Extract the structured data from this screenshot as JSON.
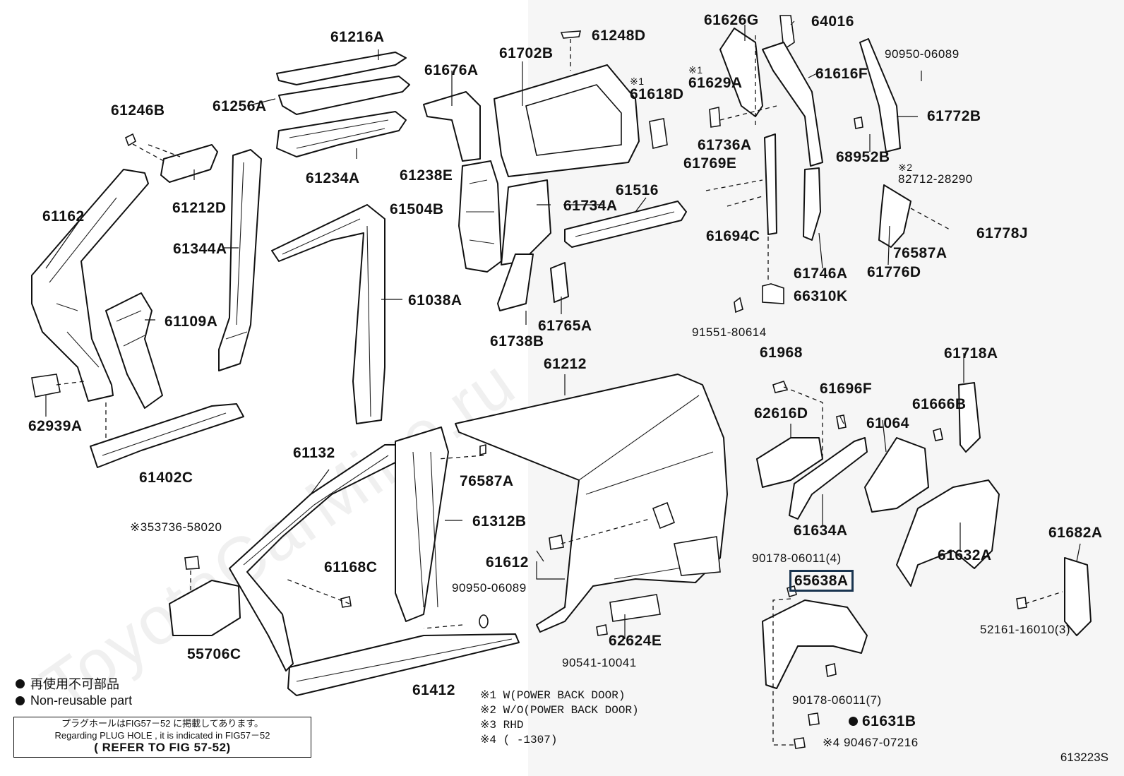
{
  "diagram": {
    "figure_id": "613223S",
    "watermark": "ToyotaCarMine.ru",
    "highlighted_part": "65638A",
    "parts": [
      {
        "id": "p61216A",
        "label": "61216A"
      },
      {
        "id": "p61248D",
        "label": "61248D"
      },
      {
        "id": "p61626G",
        "label": "61626G"
      },
      {
        "id": "p64016",
        "label": "64016"
      },
      {
        "id": "p90950_06089_a",
        "label": "90950-06089"
      },
      {
        "id": "p61702B",
        "label": "61702B"
      },
      {
        "id": "p61676A",
        "label": "61676A"
      },
      {
        "id": "p61629A",
        "label": "61629A",
        "mark": "※1"
      },
      {
        "id": "p61616F",
        "label": "61616F"
      },
      {
        "id": "p61618D",
        "label": "61618D",
        "mark": "※1"
      },
      {
        "id": "p61246B",
        "label": "61246B"
      },
      {
        "id": "p61256A",
        "label": "61256A"
      },
      {
        "id": "p61772B",
        "label": "61772B"
      },
      {
        "id": "p61736A",
        "label": "61736A"
      },
      {
        "id": "p68952B",
        "label": "68952B"
      },
      {
        "id": "p61212D",
        "label": "61212D"
      },
      {
        "id": "p61234A",
        "label": "61234A"
      },
      {
        "id": "p61238E",
        "label": "61238E"
      },
      {
        "id": "p61769E",
        "label": "61769E"
      },
      {
        "id": "p82712",
        "label": "82712-28290",
        "mark": "※2"
      },
      {
        "id": "p61162",
        "label": "61162"
      },
      {
        "id": "p61504B",
        "label": "61504B"
      },
      {
        "id": "p61734A",
        "label": "61734A"
      },
      {
        "id": "p61516",
        "label": "61516"
      },
      {
        "id": "p61344A",
        "label": "61344A"
      },
      {
        "id": "p61694C",
        "label": "61694C"
      },
      {
        "id": "p61778J",
        "label": "61778J"
      },
      {
        "id": "p76587A_a",
        "label": "76587A"
      },
      {
        "id": "p61746A",
        "label": "61746A"
      },
      {
        "id": "p61776D",
        "label": "61776D"
      },
      {
        "id": "p61038A",
        "label": "61038A"
      },
      {
        "id": "p66310K",
        "label": "66310K"
      },
      {
        "id": "p61109A",
        "label": "61109A"
      },
      {
        "id": "p61765A",
        "label": "61765A"
      },
      {
        "id": "p91551",
        "label": "91551-80614"
      },
      {
        "id": "p61738B",
        "label": "61738B"
      },
      {
        "id": "p61968",
        "label": "61968"
      },
      {
        "id": "p61718A",
        "label": "61718A"
      },
      {
        "id": "p61212",
        "label": "61212"
      },
      {
        "id": "p61696F",
        "label": "61696F"
      },
      {
        "id": "p62939A",
        "label": "62939A"
      },
      {
        "id": "p62616D",
        "label": "62616D"
      },
      {
        "id": "p61666B",
        "label": "61666B"
      },
      {
        "id": "p61064",
        "label": "61064"
      },
      {
        "id": "p61132",
        "label": "61132"
      },
      {
        "id": "p61402C",
        "label": "61402C"
      },
      {
        "id": "p76587A_b",
        "label": "76587A"
      },
      {
        "id": "p61312B",
        "label": "61312B"
      },
      {
        "id": "p61634A",
        "label": "61634A"
      },
      {
        "id": "p53736",
        "label": "353736-58020",
        "mark": "※"
      },
      {
        "id": "p61682A",
        "label": "61682A"
      },
      {
        "id": "p61632A",
        "label": "61632A"
      },
      {
        "id": "p61168C",
        "label": "61168C"
      },
      {
        "id": "p61612",
        "label": "61612"
      },
      {
        "id": "p90178_4",
        "label": "90178-06011(4)"
      },
      {
        "id": "p65638A",
        "label": "65638A"
      },
      {
        "id": "p90950_06089_b",
        "label": "90950-06089"
      },
      {
        "id": "p55706C",
        "label": "55706C"
      },
      {
        "id": "p62624E",
        "label": "62624E"
      },
      {
        "id": "p52161",
        "label": "52161-16010(3)"
      },
      {
        "id": "p90541",
        "label": "90541-10041"
      },
      {
        "id": "p61412",
        "label": "61412"
      },
      {
        "id": "p90178_7",
        "label": "90178-06011(7)"
      },
      {
        "id": "p61631B",
        "label": "61631B",
        "bullet": true
      },
      {
        "id": "p90467",
        "label": "90467-07216",
        "mark": "※4"
      }
    ]
  },
  "legend": {
    "non_reusable_jp": "再使用不可部品",
    "non_reusable_en": "Non-reusable part"
  },
  "note_box": {
    "line_jp": "プラグホールはFIG57－52 に掲載してあります。",
    "line_en": "Regarding PLUG HOLE , it is indicated in FIG57－52",
    "ref": "( REFER TO FIG 57-52)"
  },
  "notes": [
    "※1 W(POWER BACK DOOR)",
    "※2 W/O(POWER BACK DOOR)",
    "※3 RHD",
    "※4 (      -1307)"
  ]
}
